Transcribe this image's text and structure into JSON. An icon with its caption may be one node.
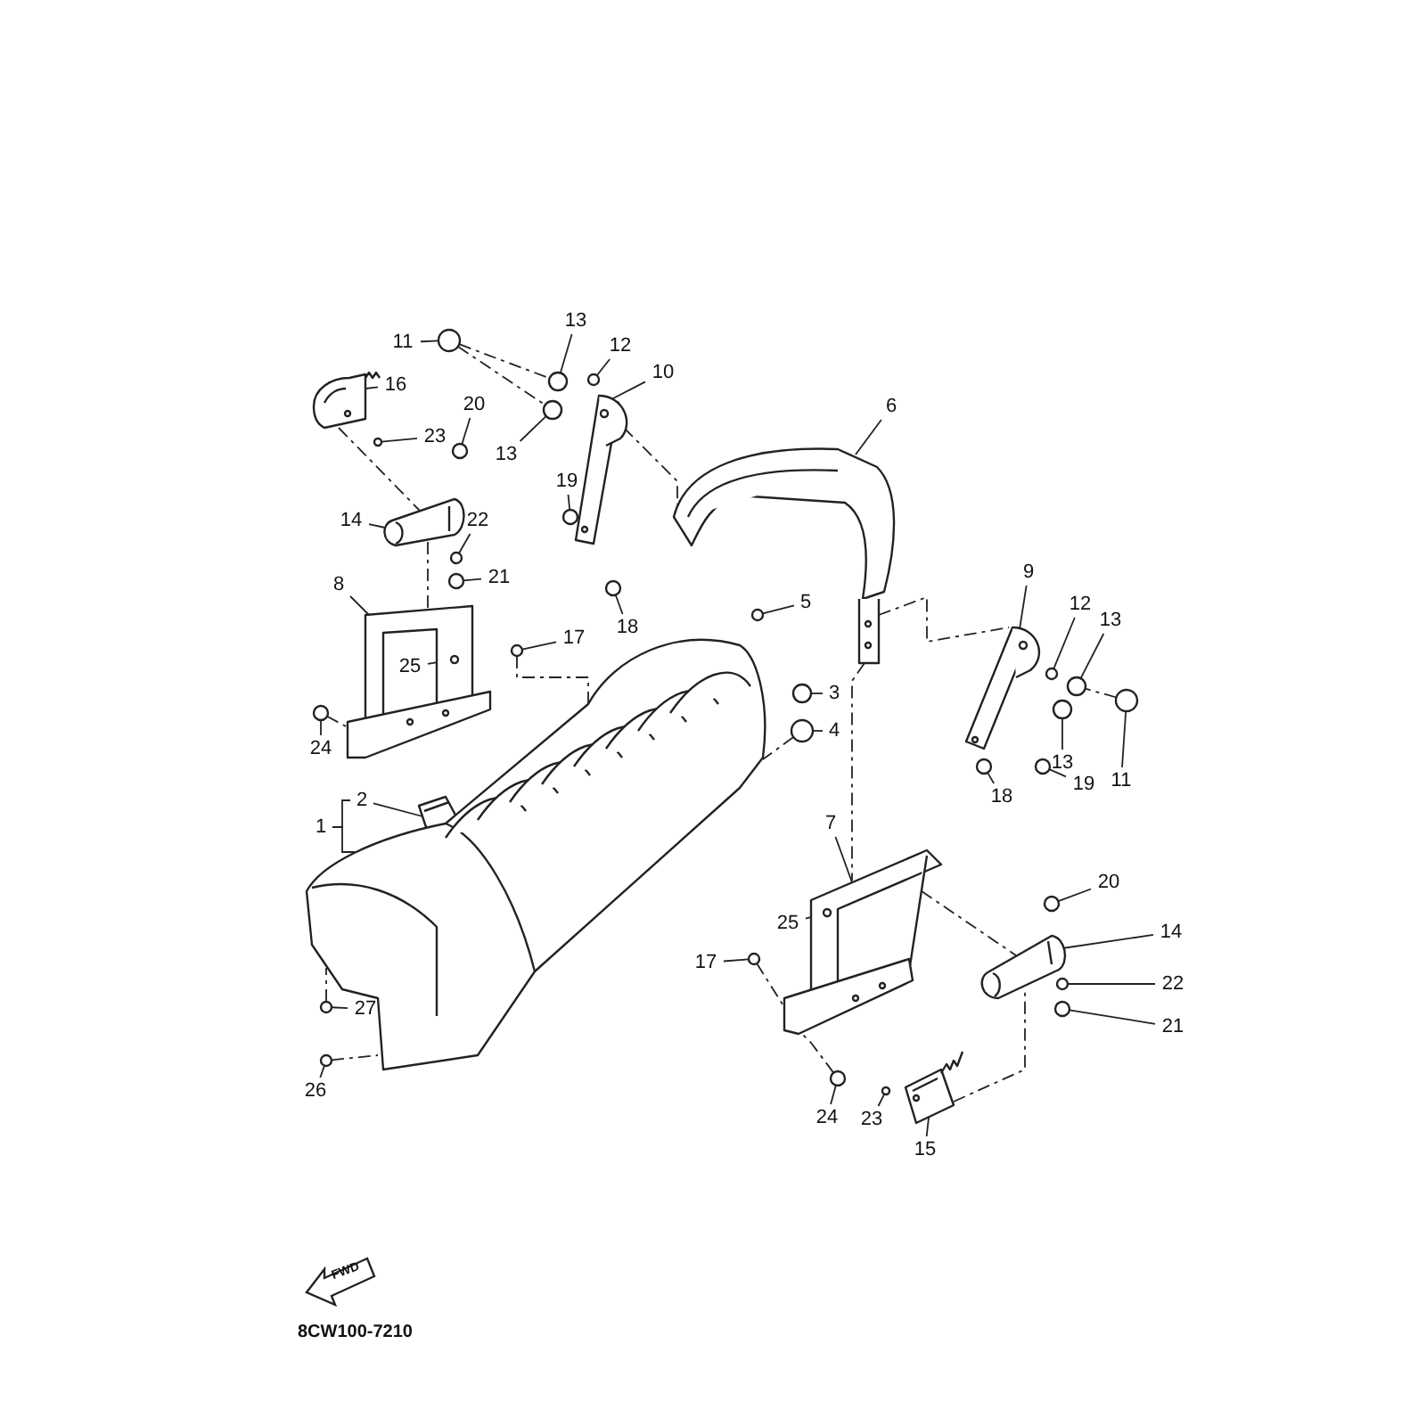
{
  "diagram": {
    "nodes": [
      {
        "text": [
          "13"
        ]
      },
      {
        "text": [
          "11"
        ]
      },
      {
        "text": [
          "12"
        ]
      },
      {
        "text": [
          "10"
        ]
      },
      {
        "text": [
          "16"
        ]
      },
      {
        "text": [
          "20"
        ]
      },
      {
        "text": [
          "6"
        ]
      },
      {
        "text": [
          "23"
        ]
      },
      {
        "text": [
          "13"
        ]
      },
      {
        "text": [
          "14"
        ]
      },
      {
        "text": [
          "22"
        ]
      },
      {
        "text": [
          "19"
        ]
      },
      {
        "text": [
          "21"
        ]
      },
      {
        "text": [
          "9"
        ]
      },
      {
        "text": [
          "8"
        ]
      },
      {
        "text": [
          "5"
        ]
      },
      {
        "text": [
          "12"
        ]
      },
      {
        "text": [
          "18"
        ]
      },
      {
        "text": [
          "13"
        ]
      },
      {
        "text": [
          "17"
        ]
      },
      {
        "text": [
          "25"
        ]
      },
      {
        "text": [
          "3"
        ]
      },
      {
        "text": [
          "4"
        ]
      },
      {
        "text": [
          "24"
        ]
      },
      {
        "text": [
          "13"
        ]
      },
      {
        "text": [
          "11"
        ]
      },
      {
        "text": [
          "19"
        ]
      },
      {
        "text": [
          "18"
        ]
      },
      {
        "text": [
          "2"
        ]
      },
      {
        "text": [
          "7"
        ]
      },
      {
        "text": [
          "1"
        ]
      },
      {
        "text": [
          "20"
        ]
      },
      {
        "text": [
          "25"
        ]
      },
      {
        "text": [
          "14"
        ]
      },
      {
        "text": [
          "17"
        ]
      },
      {
        "text": [
          "27"
        ]
      },
      {
        "text": [
          "22"
        ]
      },
      {
        "text": [
          "21"
        ]
      },
      {
        "text": [
          "26"
        ]
      },
      {
        "text": [
          "24"
        ]
      },
      {
        "text": [
          "23"
        ]
      },
      {
        "text": [
          "15"
        ]
      },
      {
        "text": [],
        "shape": "circle"
      },
      {
        "text": [],
        "shape": "circle"
      },
      {
        "text": [],
        "shape": "circle"
      },
      {
        "text": [],
        "shape": "picture"
      },
      {
        "text": [],
        "shape": "picture"
      },
      {
        "text": [],
        "shape": "circle"
      },
      {
        "text": [],
        "shape": "picture"
      },
      {
        "text": [],
        "shape": "circle"
      },
      {
        "text": [],
        "shape": "circle"
      },
      {
        "text": [],
        "shape": "picture"
      },
      {
        "text": [],
        "shape": "circle"
      },
      {
        "text": [],
        "shape": "circle"
      },
      {
        "text": [],
        "shape": "circle"
      },
      {
        "text": [],
        "shape": "picture"
      },
      {
        "text": [],
        "shape": "picture"
      },
      {
        "text": [],
        "shape": "circle"
      },
      {
        "text": [],
        "shape": "circle"
      },
      {
        "text": [],
        "shape": "circle"
      },
      {
        "text": [],
        "shape": "circle"
      },
      {
        "text": [],
        "shape": "circle"
      },
      {
        "text": [],
        "shape": "circle",
        "in": 56
      },
      {
        "text": [],
        "shape": "circle"
      },
      {
        "text": [],
        "shape": "circle"
      },
      {
        "text": [],
        "shape": "circle"
      },
      {
        "text": [],
        "shape": "circle"
      },
      {
        "text": [],
        "shape": "circle"
      },
      {
        "text": [],
        "shape": "circle"
      },
      {
        "text": [],
        "shape": "circle"
      },
      {
        "text": [],
        "shape": "picture"
      },
      {
        "text": [],
        "shape": "picture"
      },
      {
        "text": [],
        "shape": "picture"
      },
      {
        "text": [],
        "shape": "circle"
      },
      {
        "text": [],
        "shape": "circle",
        "in": 71
      },
      {
        "text": [],
        "shape": "picture"
      },
      {
        "text": [],
        "shape": "circle"
      },
      {
        "text": [],
        "shape": "circle"
      },
      {
        "text": [],
        "shape": "circle"
      },
      {
        "text": [],
        "shape": "circle"
      },
      {
        "text": [],
        "shape": "circle"
      },
      {
        "text": [],
        "shape": "circle"
      },
      {
        "text": [],
        "shape": "circle"
      },
      {
        "text": [],
        "shape": "picture"
      }
    ],
    "edges": [
      {
        "from": 0,
        "to": 42,
        "arrow": "none"
      },
      {
        "from": 1,
        "to": 43,
        "arrow": "none"
      },
      {
        "from": 2,
        "to": 44,
        "arrow": "none"
      },
      {
        "from": 3,
        "to": 45,
        "arrow": "none"
      },
      {
        "from": 4,
        "to": 46,
        "arrow": "none"
      },
      {
        "from": 5,
        "to": 47,
        "arrow": "none"
      },
      {
        "from": 6,
        "to": 48,
        "arrow": "none"
      },
      {
        "from": 7,
        "to": 49,
        "arrow": "none"
      },
      {
        "from": 8,
        "to": 50,
        "arrow": "none"
      },
      {
        "from": 9,
        "to": 51,
        "arrow": "none"
      },
      {
        "from": 10,
        "to": 52,
        "arrow": "none"
      },
      {
        "from": 11,
        "to": 53,
        "arrow": "none"
      },
      {
        "from": 12,
        "to": 54,
        "arrow": "none"
      },
      {
        "from": 13,
        "to": 55,
        "arrow": "none"
      },
      {
        "from": 14,
        "to": 56,
        "arrow": "none"
      },
      {
        "from": 15,
        "to": 57,
        "arrow": "none"
      },
      {
        "from": 16,
        "to": 58,
        "arrow": "none"
      },
      {
        "from": 17,
        "to": 59,
        "arrow": "none"
      },
      {
        "from": 18,
        "to": 60,
        "arrow": "none"
      },
      {
        "from": 19,
        "to": 61,
        "arrow": "none"
      },
      {
        "from": 20,
        "to": 62,
        "arrow": "none"
      },
      {
        "from": 21,
        "to": 63,
        "arrow": "none"
      },
      {
        "from": 22,
        "to": 64,
        "arrow": "none"
      },
      {
        "from": 23,
        "to": 65,
        "arrow": "none"
      },
      {
        "from": 24,
        "to": 66,
        "arrow": "none"
      },
      {
        "from": 25,
        "to": 67,
        "arrow": "none"
      },
      {
        "from": 26,
        "to": 68,
        "arrow": "none"
      },
      {
        "from": 27,
        "to": 69,
        "arrow": "none"
      },
      {
        "from": 28,
        "to": 70,
        "arrow": "none"
      },
      {
        "from": 29,
        "to": 71,
        "arrow": "none"
      },
      {
        "from": 30,
        "to": 72,
        "arrow": "none"
      },
      {
        "from": 31,
        "to": 73,
        "arrow": "none"
      },
      {
        "from": 32,
        "to": 74,
        "arrow": "none"
      },
      {
        "from": 33,
        "to": 75,
        "arrow": "none"
      },
      {
        "from": 34,
        "to": 76,
        "arrow": "none"
      },
      {
        "from": 35,
        "to": 77,
        "arrow": "none"
      },
      {
        "from": 36,
        "to": 78,
        "arrow": "none"
      },
      {
        "from": 37,
        "to": 79,
        "arrow": "none"
      },
      {
        "from": 38,
        "to": 80,
        "arrow": "none"
      },
      {
        "from": 39,
        "to": 81,
        "arrow": "none"
      },
      {
        "from": 40,
        "to": 82,
        "arrow": "none"
      },
      {
        "from": 41,
        "to": 83,
        "arrow": "none"
      },
      {
        "from": 30,
        "to": 28,
        "arrow": "none"
      },
      {
        "from": 43,
        "to": 42,
        "arrow": "none",
        "style": "dashed"
      },
      {
        "from": 43,
        "to": 50,
        "arrow": "none",
        "style": "dashed"
      },
      {
        "from": 46,
        "to": 51,
        "arrow": "none",
        "style": "dashed"
      },
      {
        "from": 51,
        "to": 56,
        "arrow": "none",
        "style": "dashed"
      },
      {
        "from": 45,
        "to": 48,
        "arrow": "none",
        "style": "dashed"
      },
      {
        "from": 61,
        "to": 72,
        "arrow": "none",
        "style": "dashed"
      },
      {
        "from": 65,
        "to": 56,
        "arrow": "none",
        "style": "dashed"
      },
      {
        "from": 64,
        "to": 72,
        "arrow": "none",
        "style": "dashed"
      },
      {
        "from": 48,
        "to": 55,
        "arrow": "none",
        "style": "dashed"
      },
      {
        "from": 48,
        "to": 71,
        "arrow": "none",
        "style": "dashed"
      },
      {
        "from": 67,
        "to": 60,
        "arrow": "none",
        "style": "dashed"
      },
      {
        "from": 71,
        "to": 75,
        "arrow": "none",
        "style": "dashed"
      },
      {
        "from": 83,
        "to": 75,
        "arrow": "none",
        "style": "dashed"
      },
      {
        "from": 81,
        "to": 71,
        "arrow": "none",
        "style": "dashed"
      },
      {
        "from": 77,
        "to": 72,
        "arrow": "none",
        "style": "dashed"
      },
      {
        "from": 80,
        "to": 72,
        "arrow": "none",
        "style": "dashed"
      },
      {
        "from": 76,
        "to": 71,
        "arrow": "none",
        "style": "dashed"
      }
    ],
    "labels": [
      "FWD",
      "8CW100-7210"
    ]
  }
}
